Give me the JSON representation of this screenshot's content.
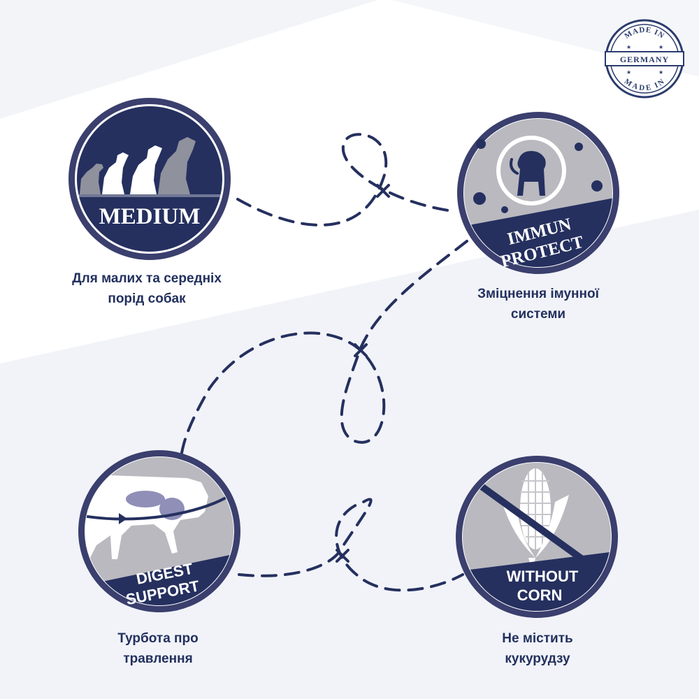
{
  "colors": {
    "navy": "#2a3563",
    "gray": "#9a9aa3",
    "light_gray": "#c9c9ce",
    "background_stripe": "#eef1f6",
    "text": "#22305e"
  },
  "stamp": {
    "top_text": "MADE IN",
    "banner_text": "GERMANY",
    "bottom_text": "MADE IN"
  },
  "badges": {
    "medium": {
      "label": "MEDIUM",
      "icon": "dog-silhouettes-icon",
      "caption_line1": "Для малих та середніх",
      "caption_line2": "порід собак"
    },
    "immun": {
      "label_line1": "IMMUN",
      "label_line2": "PROTECT",
      "icon": "puppy-virus-icon",
      "caption_line1": "Зміцнення імунної",
      "caption_line2": "системи"
    },
    "digest": {
      "label_line1": "DIGEST",
      "label_line2": "SUPPORT",
      "icon": "dog-digestion-icon",
      "caption_line1": "Турбота про",
      "caption_line2": "травлення"
    },
    "corn": {
      "label_line1": "WITHOUT",
      "label_line2": "CORN",
      "icon": "crossed-corn-icon",
      "caption_line1": "Не містить",
      "caption_line2": "кукурудзу"
    }
  }
}
